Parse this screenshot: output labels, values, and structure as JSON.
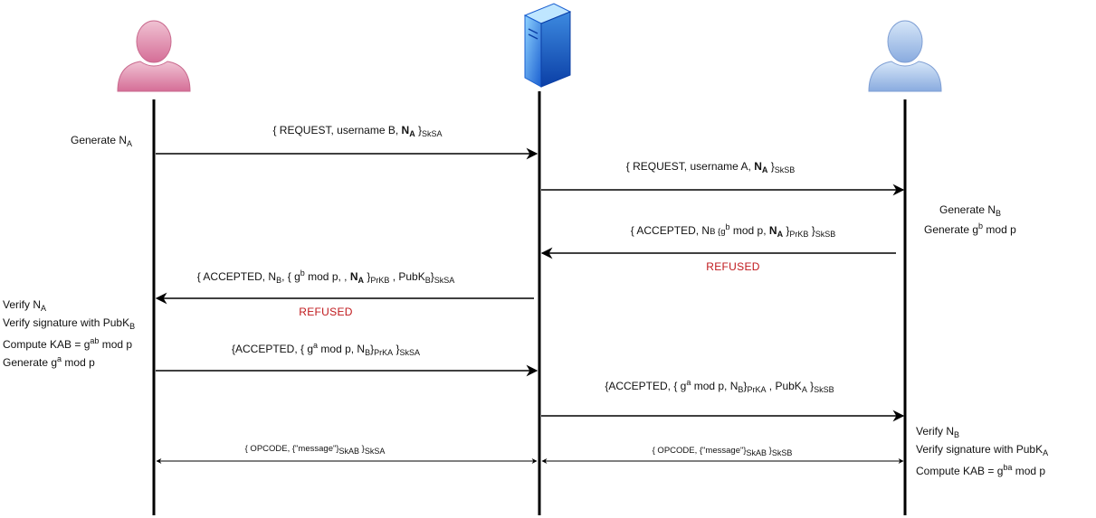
{
  "actors": [
    {
      "name": "user-a",
      "icon": "pink-person-icon",
      "color": "#d9799e"
    },
    {
      "name": "server",
      "icon": "server-icon",
      "color": "#2e7fd8"
    },
    {
      "name": "user-b",
      "icon": "blue-person-icon",
      "color": "#8fb2e4"
    }
  ],
  "notes": {
    "a_generate_na": "Generate N",
    "a_generate_na_sub": "A",
    "b_generate_nb": "Generate N",
    "b_generate_nb_sub": "B",
    "b_generate_gb": "Generate g",
    "b_generate_gb_sup": "b",
    "b_generate_gb_tail": " mod p",
    "a_verify_na": "Verify N",
    "a_verify_na_sub": "A",
    "a_verify_sig": "Verify signature with PubK",
    "a_verify_sig_sub": "B",
    "a_compute": "Compute KAB = g",
    "a_compute_sup": "ab",
    "a_compute_tail": " mod p",
    "a_generate_ga": "Generate g",
    "a_generate_ga_sup": "a",
    "a_generate_ga_tail": " mod p",
    "b_verify_nb": "Verify N",
    "b_verify_nb_sub": "B",
    "b_verify_sig": "Verify signature with PubK",
    "b_verify_sig_sub": "A",
    "b_compute": "Compute KAB = g",
    "b_compute_sup": "ba",
    "b_compute_tail": " mod p"
  },
  "messages": {
    "m1": {
      "pre": "{ REQUEST,  username B, ",
      "n": "N",
      "n_sub": "A",
      "close": " }",
      "key": "SkSA"
    },
    "m2": {
      "pre": "{ REQUEST,  username A, ",
      "n": "N",
      "n_sub": "A",
      "close": " }",
      "key": "SkSB"
    },
    "m3": {
      "pre": "{ ACCEPTED, N",
      "nb_sub": "B",
      "mid": " {g",
      "exp": "b",
      "tail": "  mod p, ",
      "n": "N",
      "n_sub": "A",
      "close": " }",
      "k1": "PrKB",
      "close2": " }",
      "k2": "SkSB"
    },
    "m4": {
      "pre": "{ ACCEPTED,  N",
      "nb_sub": "B",
      "mid": ", { g",
      "exp": "b",
      "tail": "  mod p,   , ",
      "n": "N",
      "n_sub": "A",
      "close": " }",
      "k1": "PrKB",
      "pub": " , PubK",
      "pub_sub": "B",
      "close2": "}",
      "k2": "SkSA"
    },
    "m5": {
      "pre": "{ACCEPTED, { g",
      "exp": "a",
      "tail": "  mod p, N",
      "n_sub": "B",
      "close": "}",
      "k1": "PrKA",
      "close2": " }",
      "k2": "SkSA"
    },
    "m6": {
      "pre": "{ACCEPTED, { g",
      "exp": "a",
      "tail": "  mod p, N",
      "n_sub": "B",
      "close": "}",
      "k1": "PrKA",
      "pub": " , PubK",
      "pub_sub": "A",
      "close2": " }",
      "k2": "SkSB"
    },
    "m7": {
      "pre": "{ OPCODE, {\"message\"}",
      "k1": "SkAB",
      "close": " }",
      "k2": "SkSA"
    },
    "m8": {
      "pre": "{ OPCODE, {\"message\"}",
      "k1": "SkAB",
      "close": " }",
      "k2": "SkSB"
    }
  },
  "refused": {
    "r1": "REFUSED",
    "r2": "REFUSED"
  }
}
